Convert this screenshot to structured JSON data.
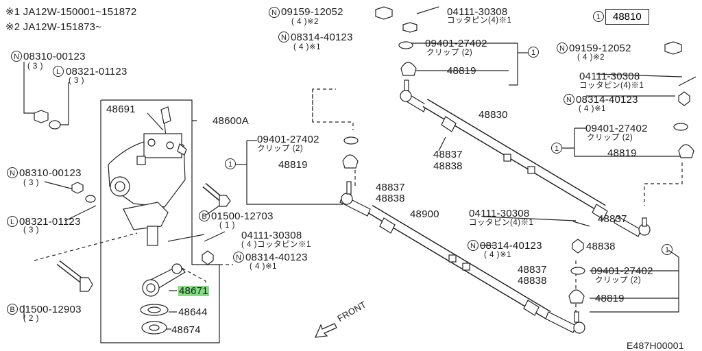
{
  "notes": [
    "※1 JA12W-150001~151872",
    "※2 JA12W-151873~"
  ],
  "diagram_code": "E487H00001",
  "front_label": "FRONT",
  "labels": {
    "p48810": "48810",
    "p09159_top": "09159-12052",
    "p09159_top_q": "( 4 )※2",
    "p04111_top": "04111-30308",
    "p04111_top_q": "コッタピン(4)※1",
    "p08314_top": "08314-40123",
    "p08314_top_q": "( 4 )※1",
    "p09401_top": "09401-27402",
    "p09401_top_q": "クリップ (2)",
    "p48819_top": "48819",
    "p09159_right": "09159-12052",
    "p09159_right_q": "( 4 )※2",
    "p04111_right": "04111-30308",
    "p04111_right_q": "コッタピン(4)※1",
    "p08314_right": "08314-40123",
    "p08314_right_q": "( 4 )※1",
    "p09401_right": "09401-27402",
    "p09401_right_q": "クリップ (2)",
    "p48819_right": "48819",
    "p48830": "48830",
    "p48837_a": "48837",
    "p48838_a": "48838",
    "p48837_b": "48837",
    "p48838_b": "48838",
    "p48837_c": "48837",
    "p48838_c": "48838",
    "p48837_d": "48837",
    "p48838_d": "48838",
    "p48900": "48900",
    "p04111_mid": "04111-30308",
    "p04111_mid_q": "コッタピン(4)※1",
    "p08314_mid": "08314-40123",
    "p08314_mid_q": "( 4 )※1",
    "p09401_bot": "09401-27402",
    "p09401_bot_q": "クリップ (2)",
    "p48819_bot": "48819",
    "p09401_mid": "09401-27402",
    "p09401_mid_q": "クリップ (2)",
    "p48819_mid": "48819",
    "p08310_top": "08310-00123",
    "p08310_top_q": "( 3 )",
    "p08321_top": "08321-01123",
    "p08321_top_q": "( 3 )",
    "p48691": "48691",
    "p48600A": "48600A",
    "p08310_left": "08310-00123",
    "p08310_left_q": "( 3 )",
    "p08321_left": "08321-01123",
    "p08321_left_q": "( 3 )",
    "p01500_127": "01500-12703",
    "p01500_127_q": "( 1 )",
    "p04111_c": "04111-30308",
    "p04111_c_q": "( 4 )コッタピン※1",
    "p08314_c": "08314-40123",
    "p08314_c_q": "( 4 )※1",
    "p01500_129": "01500-12903",
    "p01500_129_q": "( 2 )",
    "p48671": "48671",
    "p48644": "48644",
    "p48674": "48674"
  },
  "markers": {
    "N": "N",
    "L": "L",
    "B": "B",
    "one": "1"
  },
  "colors": {
    "line": "#222222",
    "highlight": "#7fe07f"
  }
}
